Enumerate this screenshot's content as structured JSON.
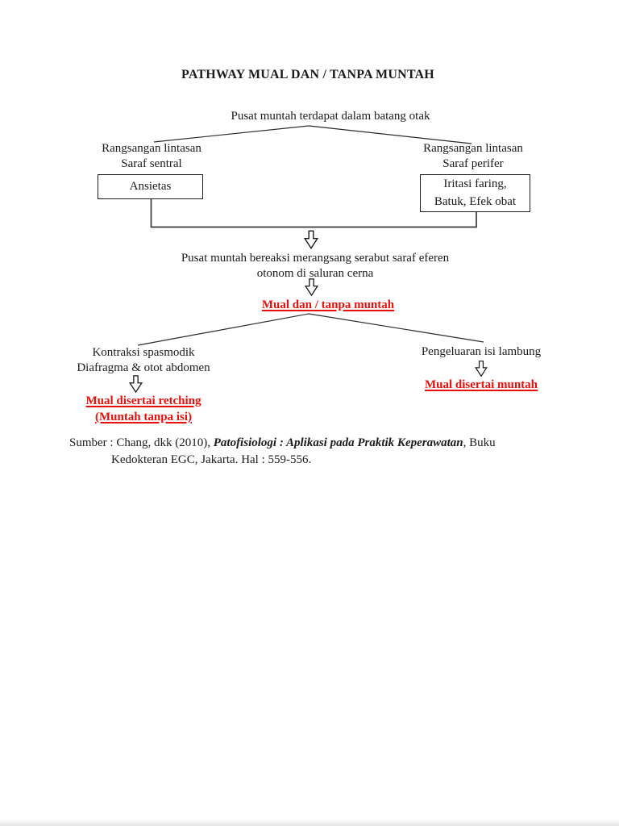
{
  "page": {
    "title": "PATHWAY MUAL DAN / TANPA MUNTAH"
  },
  "diagram": {
    "root": "Pusat muntah terdapat dalam batang otak",
    "left_branch": {
      "label_line1": "Rangsangan lintasan",
      "label_line2": "Saraf sentral",
      "box": "Ansietas"
    },
    "right_branch": {
      "label_line1": "Rangsangan lintasan",
      "label_line2": "Saraf perifer",
      "box_line1": "Iritasi faring,",
      "box_line2": "Batuk, Efek obat"
    },
    "center": {
      "reaction_line1": "Pusat muntah bereaksi merangsang serabut saraf eferen",
      "reaction_line2": "otonom di saluran cerna",
      "outcome": "Mual dan / tanpa muntah"
    },
    "lower_left": {
      "label_line1": "Kontraksi spasmodik",
      "label_line2": "Diafragma & otot abdomen",
      "result_line1": "Mual disertai retching",
      "result_line2": "(Muntah tanpa isi)"
    },
    "lower_right": {
      "label": "Pengeluaran isi lambung",
      "result": "Mual disertai muntah"
    }
  },
  "source": {
    "prefix": "Sumber : Chang, dkk (2010), ",
    "book_title": "Patofisiologi : Aplikasi pada Praktik Keperawatan",
    "suffix": ", Buku",
    "line2": "Kedokteran EGC, Jakarta. Hal : 559-556."
  },
  "colors": {
    "highlight_red": "#e8100c",
    "text": "#1b1b1b"
  }
}
